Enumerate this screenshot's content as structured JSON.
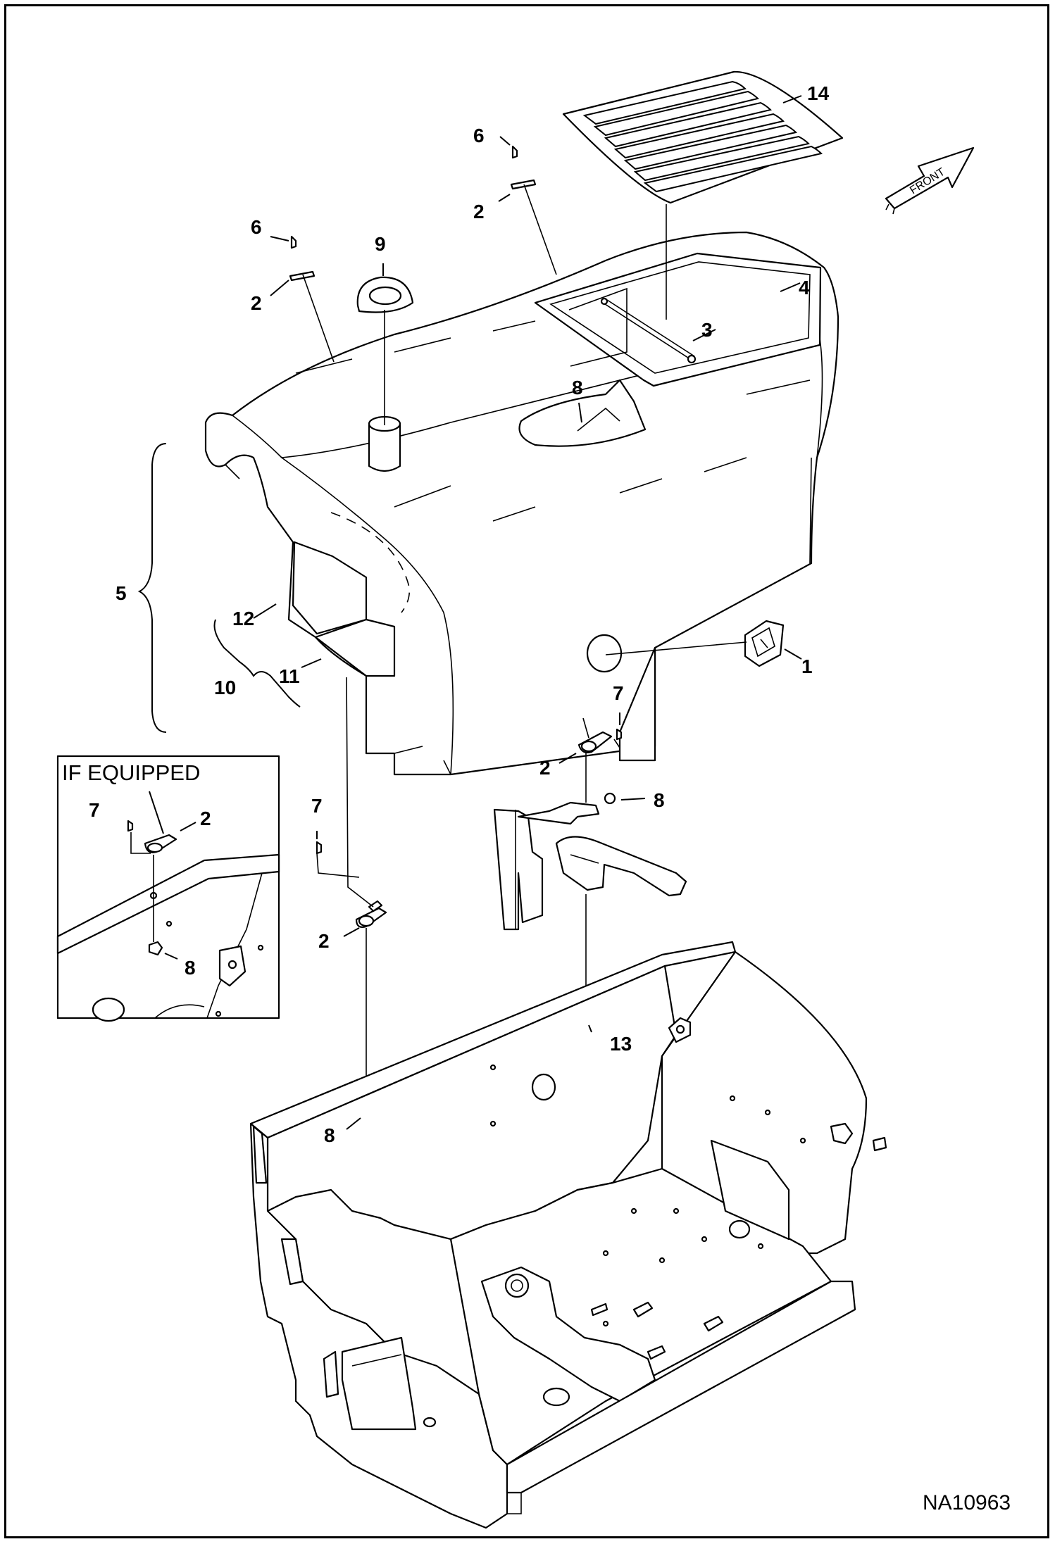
{
  "diagram": {
    "reference_code": "NA10963",
    "front_arrow_label": "FRONT",
    "inset": {
      "title": "IF EQUIPPED",
      "callouts": [
        "7",
        "2",
        "8"
      ]
    },
    "callouts": {
      "c14": "14",
      "c6a": "6",
      "c2a": "2",
      "c6b": "6",
      "c9": "9",
      "c2b": "2",
      "c4": "4",
      "c3": "3",
      "c8a": "8",
      "c5": "5",
      "c12": "12",
      "c11": "11",
      "c10": "10",
      "c1": "1",
      "c7a": "7",
      "c2c": "2",
      "c8b": "8",
      "c7b": "7",
      "c2d": "2",
      "c13": "13",
      "c8c": "8"
    }
  }
}
